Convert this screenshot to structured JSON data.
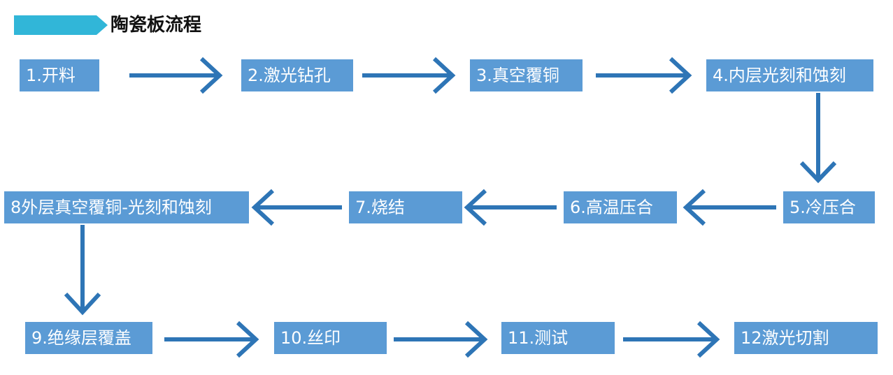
{
  "title": "陶瓷板流程",
  "colors": {
    "box_fill": "#5b9bd5",
    "box_text": "#ffffff",
    "arrow": "#2e75b6",
    "title_bar": "#31b6d8"
  },
  "steps": [
    {
      "label": "1.开料"
    },
    {
      "label": "2.激光钻孔"
    },
    {
      "label": "3.真空覆铜"
    },
    {
      "label": "4.内层光刻和蚀刻"
    },
    {
      "label": "5.冷压合"
    },
    {
      "label": "6.高温压合"
    },
    {
      "label": "7.烧结"
    },
    {
      "label": "8外层真空覆铜-光刻和蚀刻"
    },
    {
      "label": "9.绝缘层覆盖"
    },
    {
      "label": "10.丝印"
    },
    {
      "label": "11.测试"
    },
    {
      "label": "12激光切割"
    }
  ]
}
